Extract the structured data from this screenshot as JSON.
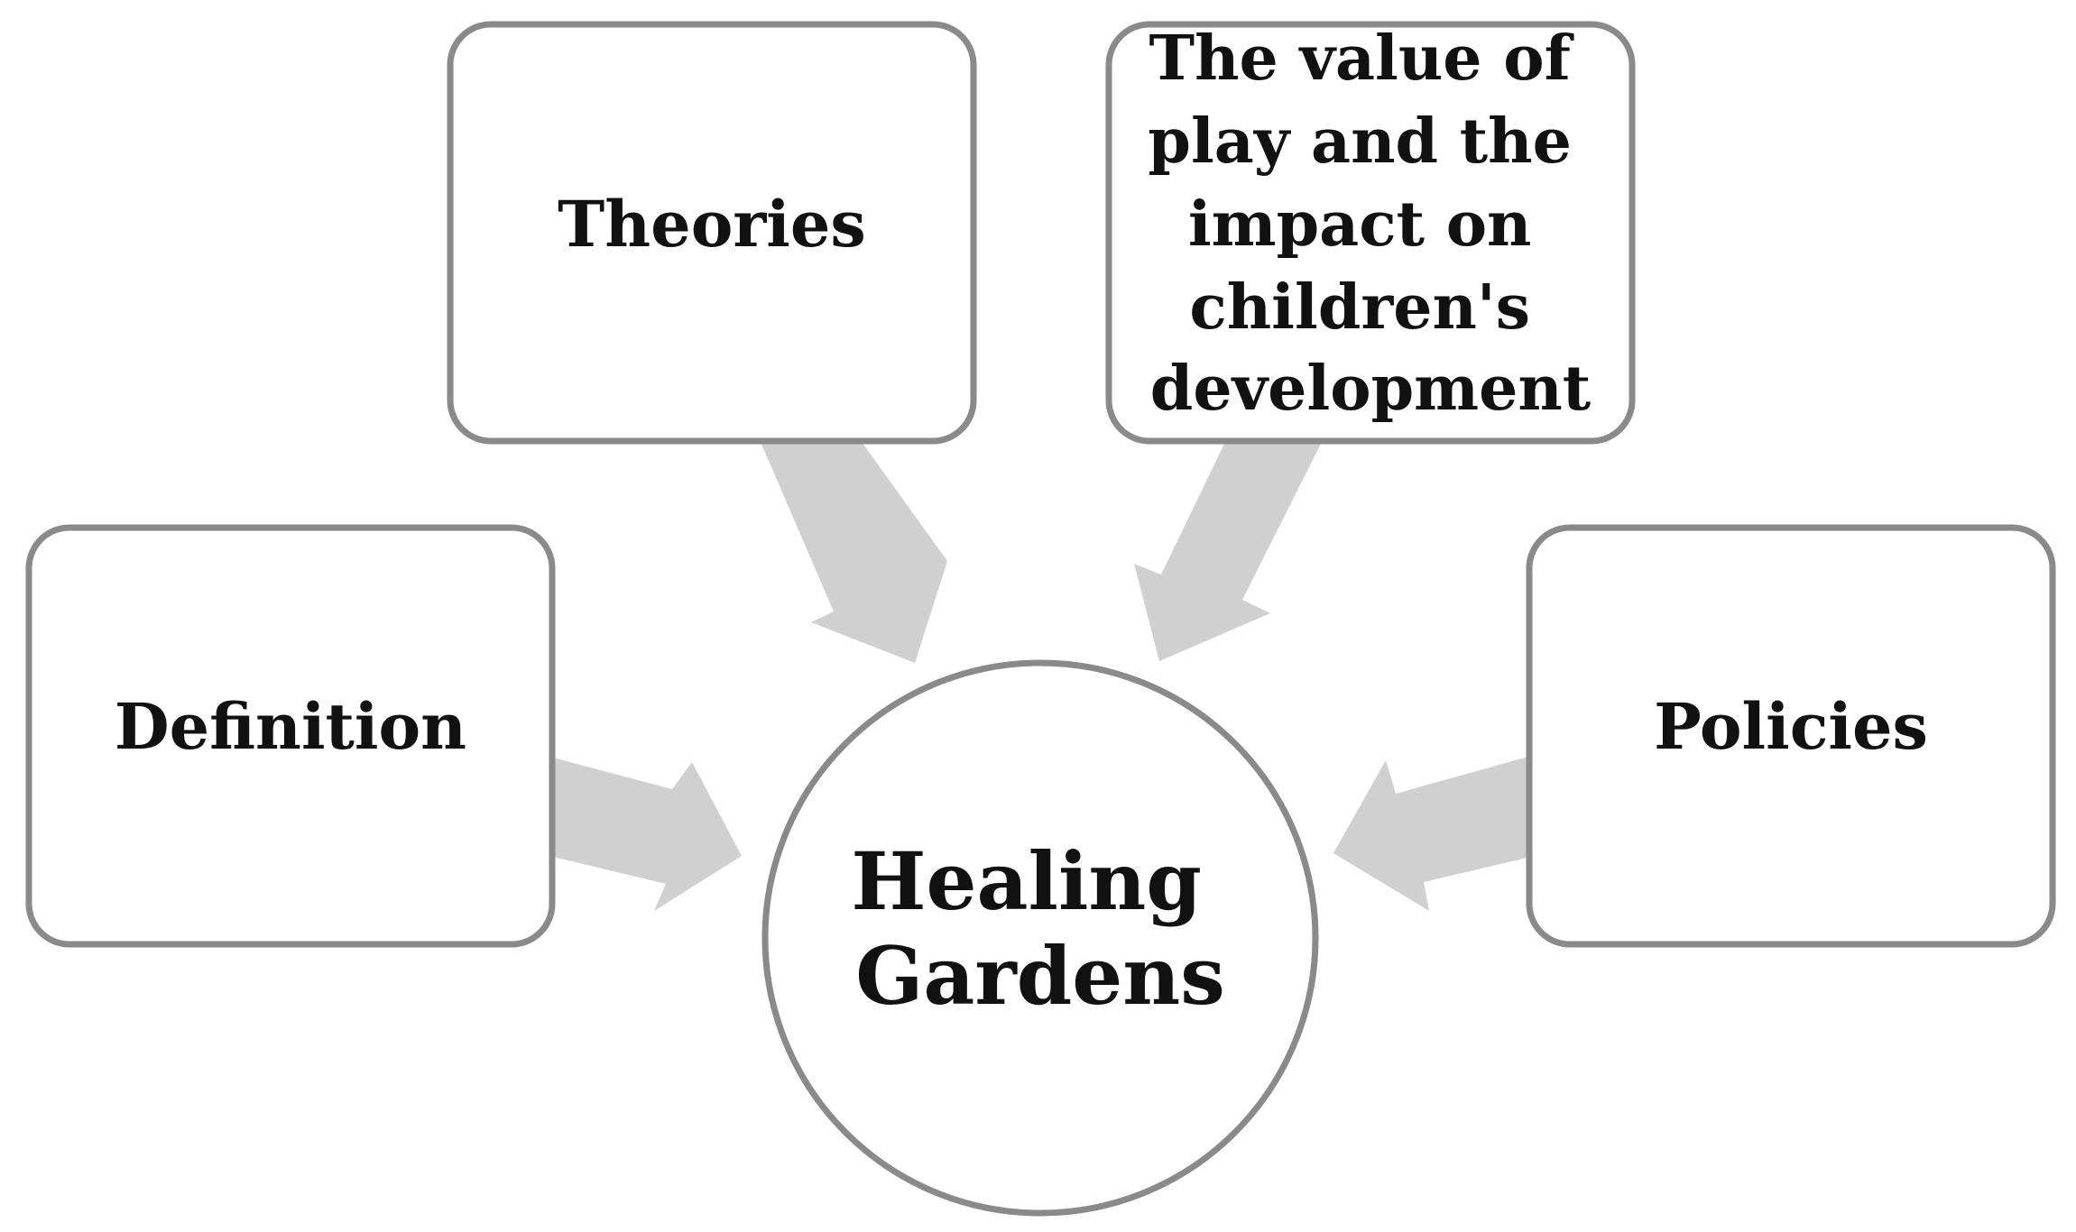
{
  "diagram": {
    "center": {
      "lines": [
        "Healing",
        "Gardens"
      ]
    },
    "nodes": {
      "definition": {
        "lines": [
          "Definition"
        ]
      },
      "theories": {
        "lines": [
          "Theories"
        ]
      },
      "value_of_play": {
        "lines": [
          "The value of",
          "play and the",
          "impact on",
          "children's",
          "development"
        ]
      },
      "policies": {
        "lines": [
          "Policies"
        ]
      }
    }
  },
  "colors": {
    "box_border": "#8a8a8a",
    "arrow_fill": "#d0d0d0",
    "text": "#111111",
    "background": "#ffffff"
  }
}
